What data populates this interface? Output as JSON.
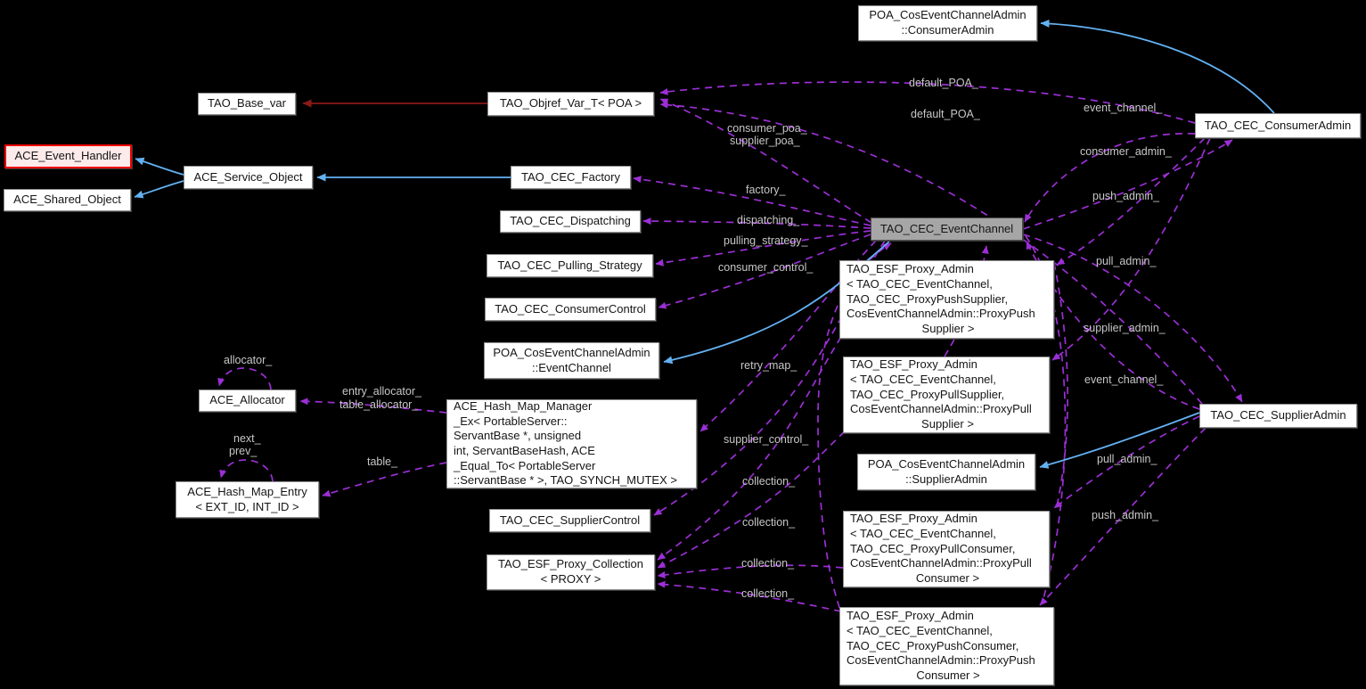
{
  "nodes": {
    "poa_consumer_admin": {
      "lines": [
        "POA_CosEventChannelAdmin",
        "::ConsumerAdmin"
      ]
    },
    "tao_base_var": {
      "lines": [
        "TAO_Base_var"
      ]
    },
    "tao_objref_var": {
      "lines": [
        "TAO_Objref_Var_T< POA >"
      ]
    },
    "ace_event_handler": {
      "lines": [
        "ACE_Event_Handler"
      ]
    },
    "ace_service_object": {
      "lines": [
        "ACE_Service_Object"
      ]
    },
    "ace_shared_object": {
      "lines": [
        "ACE_Shared_Object"
      ]
    },
    "tao_cec_factory": {
      "lines": [
        "TAO_CEC_Factory"
      ]
    },
    "tao_cec_dispatching": {
      "lines": [
        "TAO_CEC_Dispatching"
      ]
    },
    "tao_cec_pulling_strategy": {
      "lines": [
        "TAO_CEC_Pulling_Strategy"
      ]
    },
    "tao_cec_consumer_control": {
      "lines": [
        "TAO_CEC_ConsumerControl"
      ]
    },
    "poa_event_channel": {
      "lines": [
        "POA_CosEventChannelAdmin",
        "::EventChannel"
      ]
    },
    "ace_allocator": {
      "lines": [
        "ACE_Allocator"
      ]
    },
    "ace_hash_map_manager": {
      "lines": [
        "ACE_Hash_Map_Manager",
        "_Ex< PortableServer::",
        "ServantBase *, unsigned",
        " int, ServantBaseHash, ACE",
        "_Equal_To< PortableServer",
        "::ServantBase * >, TAO_SYNCH_MUTEX >"
      ]
    },
    "ace_hash_map_entry": {
      "lines": [
        "ACE_Hash_Map_Entry",
        "< EXT_ID, INT_ID >"
      ]
    },
    "tao_cec_supplier_control": {
      "lines": [
        "TAO_CEC_SupplierControl"
      ]
    },
    "tao_esf_proxy_collection": {
      "lines": [
        "TAO_ESF_Proxy_Collection",
        "< PROXY >"
      ]
    },
    "tao_cec_event_channel": {
      "lines": [
        "TAO_CEC_EventChannel"
      ]
    },
    "esf_push_supplier": {
      "lines": [
        "TAO_ESF_Proxy_Admin",
        "< TAO_CEC_EventChannel,",
        " TAO_CEC_ProxyPushSupplier,",
        " CosEventChannelAdmin::ProxyPush",
        "Supplier >"
      ]
    },
    "esf_pull_supplier": {
      "lines": [
        "TAO_ESF_Proxy_Admin",
        "< TAO_CEC_EventChannel,",
        " TAO_CEC_ProxyPullSupplier,",
        " CosEventChannelAdmin::ProxyPull",
        "Supplier >"
      ]
    },
    "poa_supplier_admin": {
      "lines": [
        "POA_CosEventChannelAdmin",
        "::SupplierAdmin"
      ]
    },
    "esf_pull_consumer": {
      "lines": [
        "TAO_ESF_Proxy_Admin",
        "< TAO_CEC_EventChannel,",
        " TAO_CEC_ProxyPullConsumer,",
        " CosEventChannelAdmin::ProxyPull",
        "Consumer >"
      ]
    },
    "esf_push_consumer": {
      "lines": [
        "TAO_ESF_Proxy_Admin",
        "< TAO_CEC_EventChannel,",
        " TAO_CEC_ProxyPushConsumer,",
        " CosEventChannelAdmin::ProxyPush",
        "Consumer >"
      ]
    },
    "tao_cec_consumer_admin": {
      "lines": [
        "TAO_CEC_ConsumerAdmin"
      ]
    },
    "tao_cec_supplier_admin": {
      "lines": [
        "TAO_CEC_SupplierAdmin"
      ]
    }
  },
  "edge_labels": [
    {
      "text": "default_POA_"
    },
    {
      "text": "default_POA_"
    },
    {
      "text": "event_channel_"
    },
    {
      "text": "consumer_admin_"
    },
    {
      "text": "push_admin_"
    },
    {
      "text": "pull_admin_"
    },
    {
      "text": "supplier_admin_"
    },
    {
      "text": "event_channel_"
    },
    {
      "text": "pull_admin_"
    },
    {
      "text": "push_admin_"
    },
    {
      "text": "consumer_poa_"
    },
    {
      "text": "supplier_poa_"
    },
    {
      "text": "factory_"
    },
    {
      "text": "dispatching_"
    },
    {
      "text": "pulling_strategy_"
    },
    {
      "text": "consumer_control_"
    },
    {
      "text": "retry_map_"
    },
    {
      "text": "supplier_control_"
    },
    {
      "text": "collection_"
    },
    {
      "text": "collection_"
    },
    {
      "text": "collection_"
    },
    {
      "text": "collection_"
    },
    {
      "text": "allocator_"
    },
    {
      "text": "entry_allocator_"
    },
    {
      "text": "table_allocator_"
    },
    {
      "text": "next_"
    },
    {
      "text": "prev_"
    },
    {
      "text": "table_"
    }
  ],
  "colors": {
    "background": "#000000",
    "usage_edge_purple": "#9c2fd6",
    "inheritance_edge_blue": "#63b1f2",
    "inheritance_edge_darkred": "#8b1a1a",
    "highlight_node_fill": "#a6a6a6",
    "red_node_border": "#ee0000",
    "node_fill": "#ffffff",
    "edge_label_gray": "#c7c7c7"
  }
}
